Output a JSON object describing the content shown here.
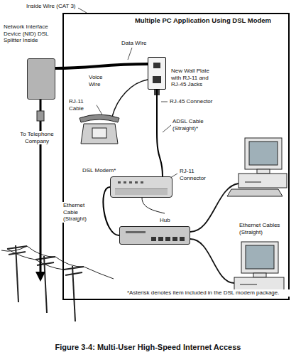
{
  "diagram": {
    "caption": "Figure 3-4: Multi-User High-Speed Internet Access",
    "nodes": [
      {
        "text": [
          "Multiple PC Application Using DSL Modem"
        ]
      },
      {
        "text": [
          "Network Interface Device (NID) DSL Splitter Inside"
        ]
      },
      {
        "text": [
          "New Wall Plate with RJ-11 and RJ-45 Jacks"
        ],
        "in": 0
      },
      {
        "text": [
          "DSL Modem*"
        ],
        "in": 0
      },
      {
        "text": [
          "Hub"
        ],
        "in": 0
      }
    ],
    "edges": [
      {
        "from": 1,
        "to": 2,
        "arrow": "none"
      },
      {
        "from": 2,
        "to": 3,
        "arrow": "none"
      },
      {
        "from": 3,
        "to": 4,
        "arrow": "none"
      }
    ],
    "labels": [
      "Inside Wire (CAT 3)",
      "Data Wire",
      "Voice Wire",
      "RJ-11 Cable",
      "RJ-45 Connector",
      "ADSL Cable (Straight)*",
      "RJ-11 Connector",
      "Ethernet Cable (Straight)",
      "Ethernet Cables (Straight)",
      "*Asterisk denotes item included in the DSL modem package.",
      "To Telephone Company"
    ]
  }
}
